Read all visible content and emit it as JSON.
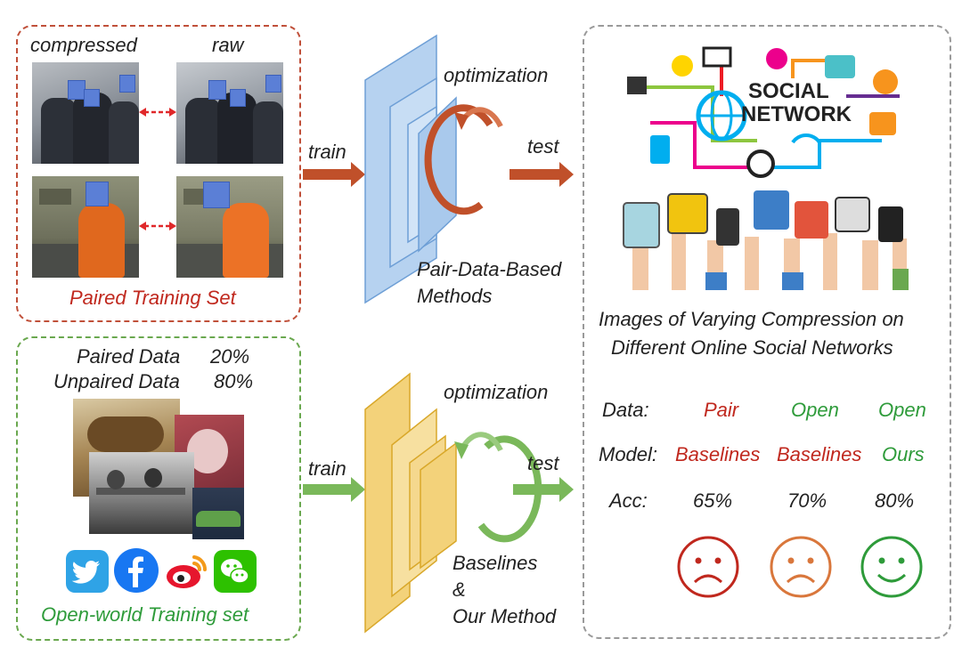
{
  "paired_panel": {
    "compressed_label": "compressed",
    "raw_label": "raw",
    "title": "Paired Training Set"
  },
  "open_panel": {
    "paired_line_label": "Paired Data",
    "paired_line_value": "20%",
    "unpaired_line_label": "Unpaired Data",
    "unpaired_line_value": "80%",
    "title": "Open-world Training set",
    "social_icons": [
      "twitter-icon",
      "facebook-icon",
      "weibo-icon",
      "wechat-icon"
    ]
  },
  "top_flow": {
    "train_label": "train",
    "optimization_label": "optimization",
    "test_label": "test",
    "method_label_line1": "Pair-Data-Based",
    "method_label_line2": "Methods",
    "network_color": "#a9c9ec",
    "arrow_color": "#c0502a"
  },
  "bottom_flow": {
    "train_label": "train",
    "optimization_label": "optimization",
    "test_label": "test",
    "method_label_line1": "Baselines",
    "method_label_line2": "&",
    "method_label_line3": "Our Method",
    "network_color": "#f3d27a",
    "arrow_color": "#7ab85a"
  },
  "results_panel": {
    "social_title_line1": "SOCIAL",
    "social_title_line2": "NETWORK",
    "caption_line1": "Images of Varying Compression on",
    "caption_line2": "Different Online Social Networks",
    "row_labels": {
      "data": "Data:",
      "model": "Model:",
      "acc": "Acc:"
    },
    "columns": [
      {
        "data": "Pair",
        "model": "Baselines",
        "acc": "65%",
        "mood": "sad",
        "color": "#c0281e"
      },
      {
        "data": "Open",
        "model": "Baselines",
        "acc": "70%",
        "mood": "sad",
        "color": "#d9773c"
      },
      {
        "data": "Open",
        "model": "Ours",
        "acc": "80%",
        "mood": "happy",
        "color": "#2e9b3a"
      }
    ]
  }
}
